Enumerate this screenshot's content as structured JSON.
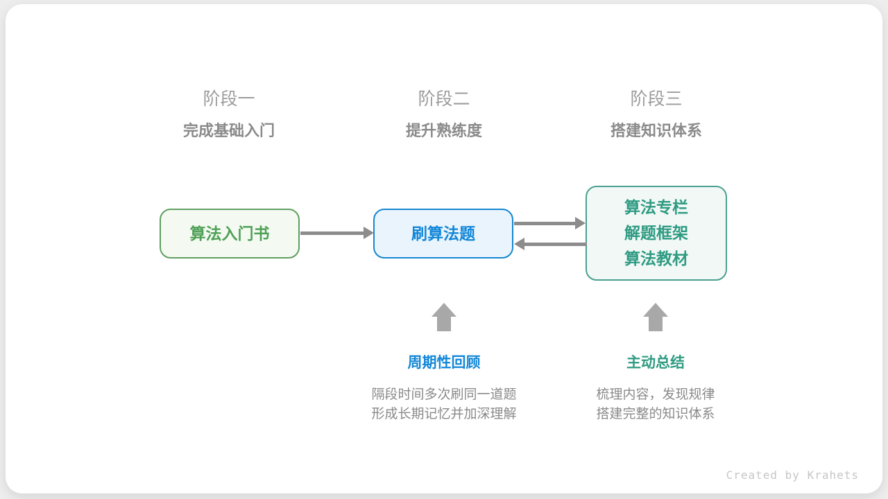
{
  "diagram": {
    "stages": [
      {
        "label": "阶段一",
        "subtitle": "完成基础入门"
      },
      {
        "label": "阶段二",
        "subtitle": "提升熟练度"
      },
      {
        "label": "阶段三",
        "subtitle": "搭建知识体系"
      }
    ],
    "nodes": [
      {
        "name": "algorithm-intro-book",
        "lines": [
          "算法入门书"
        ],
        "text_color": "#4fa057",
        "border_color": "#5f9f5f",
        "bg_color": "#f4faf2"
      },
      {
        "name": "practice-problems",
        "lines": [
          "刷算法题"
        ],
        "text_color": "#1287d8",
        "border_color": "#1586d0",
        "bg_color": "#eaf4fc"
      },
      {
        "name": "knowledge-sources",
        "lines": [
          "算法专栏",
          "解题框架",
          "算法教材"
        ],
        "text_color": "#2f9b82",
        "border_color": "#4aa08f",
        "bg_color": "#f1f8f6"
      }
    ],
    "annotations": [
      {
        "title": "周期性回顾",
        "title_color": "#1287d8",
        "lines": [
          "隔段时间多次刷同一道题",
          "形成长期记忆并加深理解"
        ]
      },
      {
        "title": "主动总结",
        "title_color": "#2f9b82",
        "lines": [
          "梳理内容，发现规律",
          "搭建完整的知识体系"
        ]
      }
    ],
    "credit": "Created by Krahets",
    "colors": {
      "page_bg": "#ededed",
      "card_bg": "#ffffff",
      "connector_arrow": "#8c8c8c",
      "up_arrow": "#a8a8a8",
      "stage_label": "#9c9c9c",
      "stage_subtitle": "#8a8a8a",
      "body_text": "#8a8a8a",
      "credit_text": "#c6c6c6"
    }
  }
}
